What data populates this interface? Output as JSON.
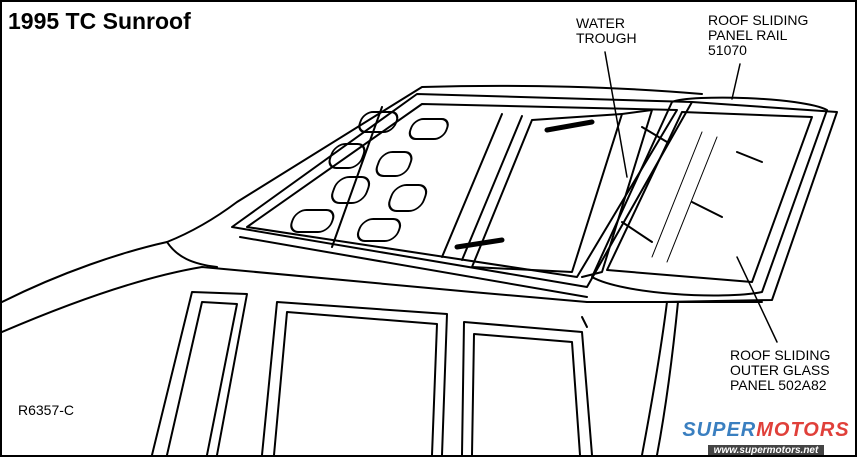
{
  "title": "1995 TC Sunroof",
  "labels": {
    "water_trough": [
      "WATER",
      "TROUGH"
    ],
    "panel_rail": [
      "ROOF SLIDING",
      "PANEL RAIL",
      "51070"
    ],
    "outer_glass": [
      "ROOF SLIDING",
      "OUTER GLASS",
      "PANEL 502A82"
    ]
  },
  "figure_code": "R6357-C",
  "watermark": {
    "brand_part1": "SUPER",
    "brand_part2": "MOTORS",
    "url": "www.supermotors.net"
  }
}
